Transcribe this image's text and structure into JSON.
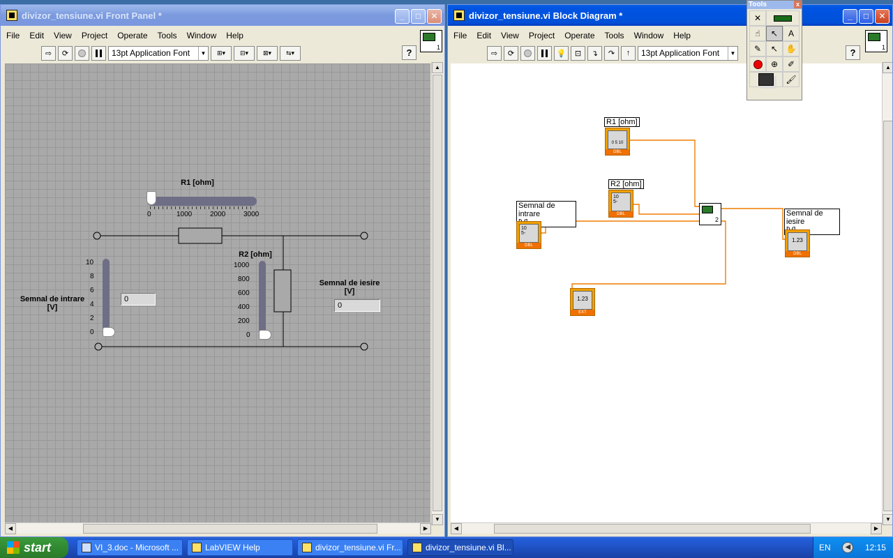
{
  "front_panel": {
    "title": "divizor_tensiune.vi Front Panel *",
    "menu": [
      "File",
      "Edit",
      "View",
      "Project",
      "Operate",
      "Tools",
      "Window",
      "Help"
    ],
    "font": "13pt Application Font",
    "help": "?",
    "icon_number": "1",
    "r1": {
      "label": "R1 [ohm]",
      "ticks": [
        "0",
        "1000",
        "2000",
        "3000"
      ],
      "value": 0,
      "max": 3000
    },
    "r2": {
      "label": "R2 [ohm]",
      "ticks": [
        "1000",
        "800",
        "600",
        "400",
        "200",
        "0"
      ],
      "value": 0,
      "max": 1000
    },
    "input": {
      "label": "Semnal de intrare\n[V]",
      "ticks": [
        "10",
        "8",
        "6",
        "4",
        "2",
        "0"
      ],
      "value": 0,
      "max": 10,
      "display": "0"
    },
    "output": {
      "label": "Semnal de iesire\n[V]",
      "display": "0"
    }
  },
  "block_diagram": {
    "title": "divizor_tensiune.vi Block Diagram *",
    "menu": [
      "File",
      "Edit",
      "View",
      "Project",
      "Operate",
      "Tools",
      "Window",
      "Help"
    ],
    "font": "13pt Application Font",
    "help": "?",
    "icon_number": "1",
    "terminals": {
      "r1": {
        "label": "R1 [ohm]",
        "type": "DBL",
        "ticks": "0 5 10"
      },
      "r2": {
        "label": "R2 [ohm]",
        "type": "DBL",
        "ticks": "10\n5-"
      },
      "input": {
        "label": "Semnal de intrare\n[V]",
        "type": "DBL",
        "ticks": "10\n5-"
      },
      "output": {
        "label": "Semnal de iesire\n[V]",
        "type": "DBL",
        "value": "1.23"
      },
      "ext": {
        "type": "EXT",
        "value": "1.23"
      }
    },
    "subvi_number": "2"
  },
  "tools_palette": {
    "title": "Tools"
  },
  "colors": {
    "wire": "#f07d00",
    "titlebar_active": "#0054e3",
    "fp_background": "#a9a9a9"
  },
  "taskbar": {
    "start": "start",
    "tasks": [
      "VI_3.doc - Microsoft ...",
      "LabVIEW Help",
      "divizor_tensiune.vi Fr...",
      "divizor_tensiune.vi Bl..."
    ],
    "language": "EN",
    "clock": "12:15"
  }
}
